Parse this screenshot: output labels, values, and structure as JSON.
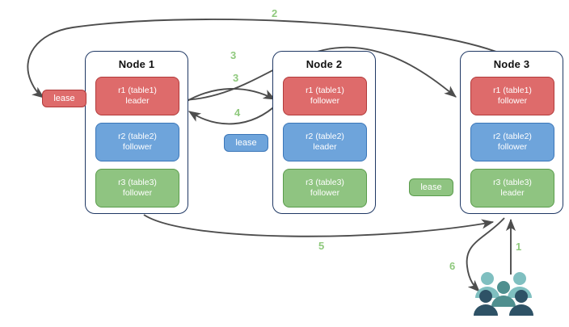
{
  "diagram": {
    "title_present": false,
    "colors": {
      "replica_red": "#de6b6b",
      "replica_blue": "#6ea4db",
      "replica_green": "#8fc481",
      "node_border": "#1f3864",
      "arrow": "#4d4d4d",
      "step_label": "#8fc97d",
      "users_back": "#7fbfc0",
      "users_mid": "#4f8f8f",
      "users_front": "#2e5266"
    },
    "nodes": [
      {
        "name": "node-1",
        "title": "Node 1",
        "replicas": [
          {
            "name": "r1",
            "line1": "r1 (table1)",
            "line2": "leader",
            "color": "red"
          },
          {
            "name": "r2",
            "line1": "r2 (table2)",
            "line2": "follower",
            "color": "blue"
          },
          {
            "name": "r3",
            "line1": "r3 (table3)",
            "line2": "follower",
            "color": "green"
          }
        ]
      },
      {
        "name": "node-2",
        "title": "Node 2",
        "replicas": [
          {
            "name": "r1",
            "line1": "r1 (table1)",
            "line2": "follower",
            "color": "red"
          },
          {
            "name": "r2",
            "line1": "r2 (table2)",
            "line2": "leader",
            "color": "blue"
          },
          {
            "name": "r3",
            "line1": "r3 (table3)",
            "line2": "follower",
            "color": "green"
          }
        ]
      },
      {
        "name": "node-3",
        "title": "Node 3",
        "replicas": [
          {
            "name": "r1",
            "line1": "r1 (table1)",
            "line2": "follower",
            "color": "red"
          },
          {
            "name": "r2",
            "line1": "r2 (table2)",
            "line2": "follower",
            "color": "blue"
          },
          {
            "name": "r3",
            "line1": "r3 (table3)",
            "line2": "leader",
            "color": "green"
          }
        ]
      }
    ],
    "leases": [
      {
        "name": "lease-red",
        "label": "lease",
        "color": "red"
      },
      {
        "name": "lease-blue",
        "label": "lease",
        "color": "blue"
      },
      {
        "name": "lease-green",
        "label": "lease",
        "color": "green"
      }
    ],
    "steps": [
      {
        "id": "1",
        "label": "1"
      },
      {
        "id": "2",
        "label": "2"
      },
      {
        "id": "3a",
        "label": "3"
      },
      {
        "id": "3b",
        "label": "3"
      },
      {
        "id": "4",
        "label": "4"
      },
      {
        "id": "5",
        "label": "5"
      },
      {
        "id": "6",
        "label": "6"
      }
    ],
    "client": {
      "name": "users-icon",
      "label": "users"
    }
  }
}
